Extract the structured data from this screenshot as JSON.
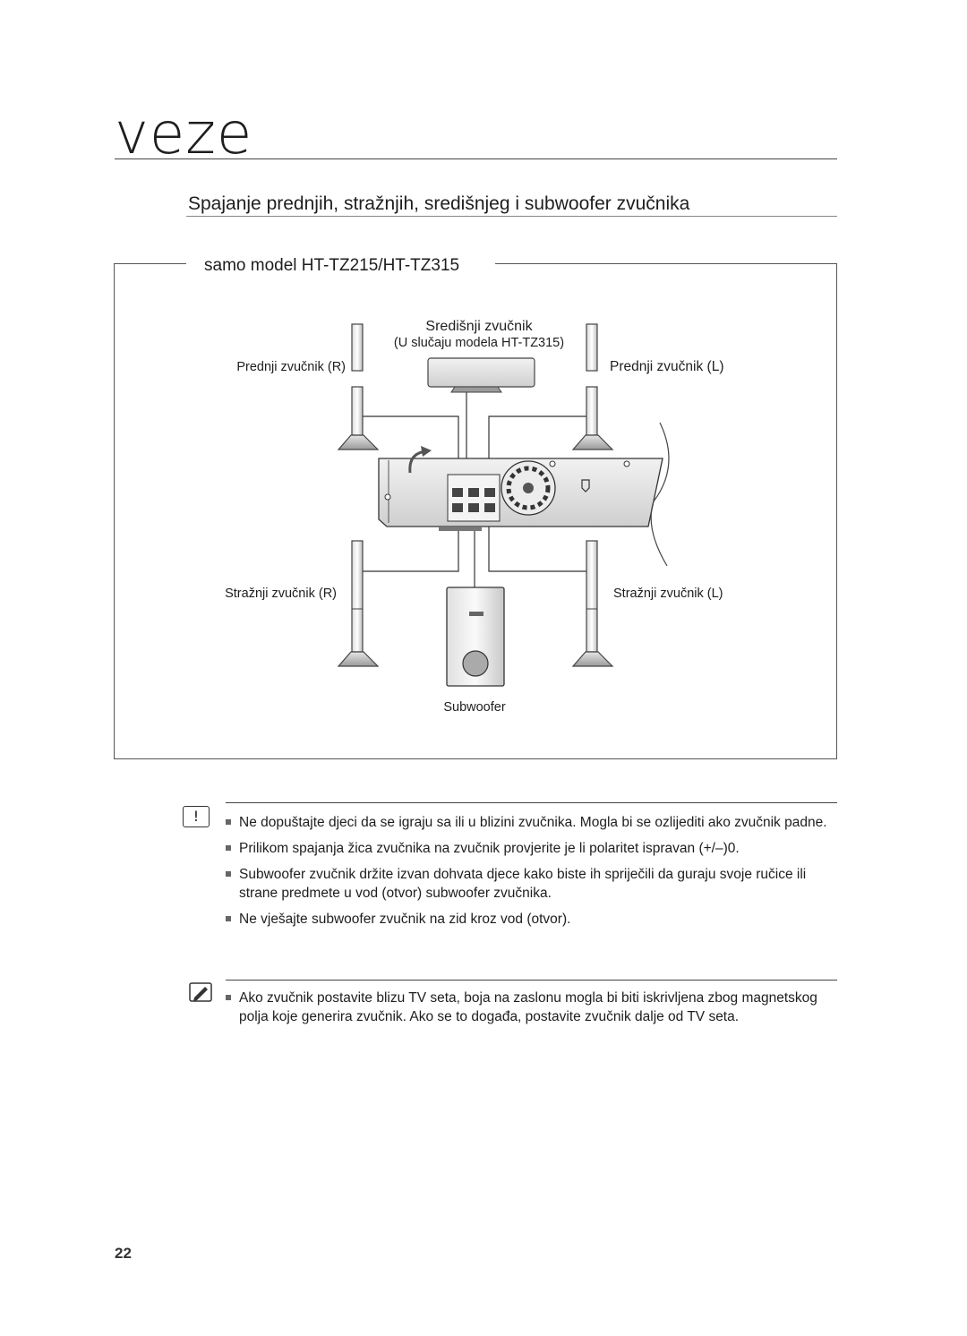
{
  "header": {
    "chapter_title": "veze"
  },
  "section": {
    "title": "Spajanje prednjih, stražnjih, središnjeg i subwoofer zvučnika"
  },
  "panel": {
    "label": "samo model HT-TZ215/HT-TZ315",
    "diagram": {
      "center_speaker": "Središnji zvučnik",
      "center_note": "(U slučaju modela HT-TZ315)",
      "front_right": "Prednji zvučnik (R)",
      "front_left": "Prednji zvučnik (L)",
      "rear_right": "Stražnji zvučnik (R)",
      "rear_left": "Stražnji zvučnik (L)",
      "subwoofer": "Subwoofer"
    }
  },
  "caution": {
    "icon": "caution-icon",
    "items": [
      "Ne dopuštajte djeci da se igraju sa ili u blizini zvučnika. Mogla bi se ozlijediti ako zvučnik padne.",
      "Prilikom spajanja žica zvučnika na zvučnik provjerite je li polaritet ispravan (+/–)0.",
      "Subwoofer zvučnik držite izvan dohvata djece kako biste ih spriječili da guraju svoje ručice ili strane predmete u vod (otvor) subwoofer zvučnika.",
      "Ne vješajte subwoofer zvučnik na zid kroz vod (otvor)."
    ]
  },
  "note": {
    "icon": "note-icon",
    "items": [
      "Ako zvučnik postavite blizu TV seta, boja na zaslonu mogla bi biti iskrivljena zbog magnetskog polja koje generira zvučnik. Ako se to događa, postavite zvučnik dalje od TV seta."
    ]
  },
  "footer": {
    "page_number": "22"
  }
}
